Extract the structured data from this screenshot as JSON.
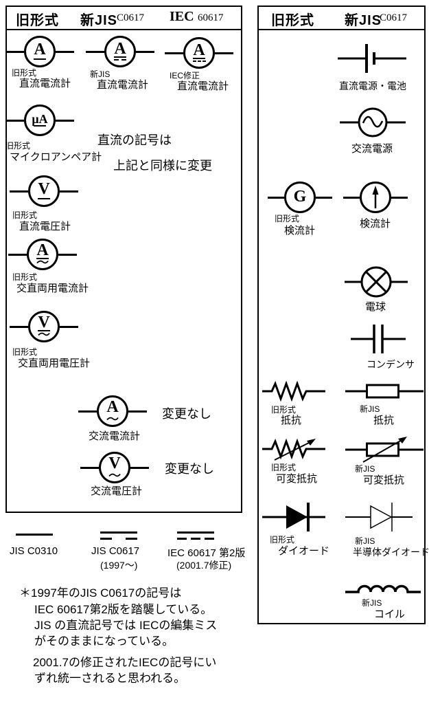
{
  "colors": {
    "ink": "#000000",
    "background": "#ffffff"
  },
  "left_panel": {
    "header": {
      "old": "旧形式",
      "jis": "新JIS",
      "jis_code": "C0617",
      "iec": "IEC",
      "iec_code": "60617"
    },
    "meters": {
      "dc_ammeter_old": {
        "letter": "A",
        "tag": "旧形式",
        "label": "直流電流計"
      },
      "dc_ammeter_jis": {
        "letter": "A",
        "tag": "新JIS",
        "label": "直流電流計"
      },
      "dc_ammeter_iec": {
        "letter": "A",
        "tag": "IEC修正",
        "label": "直流電流計"
      },
      "micro_ammeter": {
        "letter": "μA",
        "tag": "旧形式",
        "label": "マイクロアンペア計"
      },
      "dc_voltmeter": {
        "letter": "V",
        "tag": "旧形式",
        "label": "直流電圧計"
      },
      "acdc_ammeter": {
        "letter": "A",
        "tag": "旧形式",
        "label": "交直両用電流計"
      },
      "acdc_voltmeter": {
        "letter": "V",
        "tag": "旧形式",
        "label": "交直両用電圧計"
      },
      "ac_ammeter": {
        "letter": "A",
        "label": "交流電流計",
        "note": "変更なし"
      },
      "ac_voltmeter": {
        "letter": "V",
        "label": "交流電圧計",
        "note": "変更なし"
      }
    },
    "dc_note": {
      "line1": "直流の記号は",
      "line2": "上記と同様に変更"
    }
  },
  "legend": {
    "items": [
      {
        "label": "JIS C0310",
        "sub": ""
      },
      {
        "label": "JIS C0617",
        "sub": "(1997～)"
      },
      {
        "label": "IEC 60617 第2版",
        "sub": "(2001.7修正)"
      }
    ]
  },
  "footnote": {
    "lines": [
      "＊1997年のJIS C0617の記号は",
      "IEC 60617第2版を踏襲している。",
      "JIS の直流記号では IECの編集ミス",
      "がそのままになっている。",
      "2001.7の修正されたIECの記号にい",
      "ずれ統一されると思われる。"
    ]
  },
  "right_panel": {
    "header": {
      "old": "旧形式",
      "jis": "新JIS",
      "jis_code": "C0617"
    },
    "rows": {
      "battery": {
        "label": "直流電源・電池"
      },
      "ac_source": {
        "label": "交流電源"
      },
      "galvanometer_old": {
        "letter": "G",
        "tag": "旧形式",
        "label": "検流計"
      },
      "galvanometer_new": {
        "label": "検流計"
      },
      "lamp": {
        "label": "電球"
      },
      "capacitor": {
        "label": "コンデンサ"
      },
      "resistor_old": {
        "tag": "旧形式",
        "label": "抵抗"
      },
      "resistor_new": {
        "tag": "新JIS",
        "label": "抵抗"
      },
      "var_resistor_old": {
        "tag": "旧形式",
        "label": "可変抵抗"
      },
      "var_resistor_new": {
        "tag": "新JIS",
        "label": "可変抵抗"
      },
      "diode_old": {
        "tag": "旧形式",
        "label": "ダイオード"
      },
      "diode_new": {
        "tag": "新JIS",
        "label": "半導体ダイオード"
      },
      "coil": {
        "tag": "新JIS",
        "label": "コイル"
      }
    }
  }
}
